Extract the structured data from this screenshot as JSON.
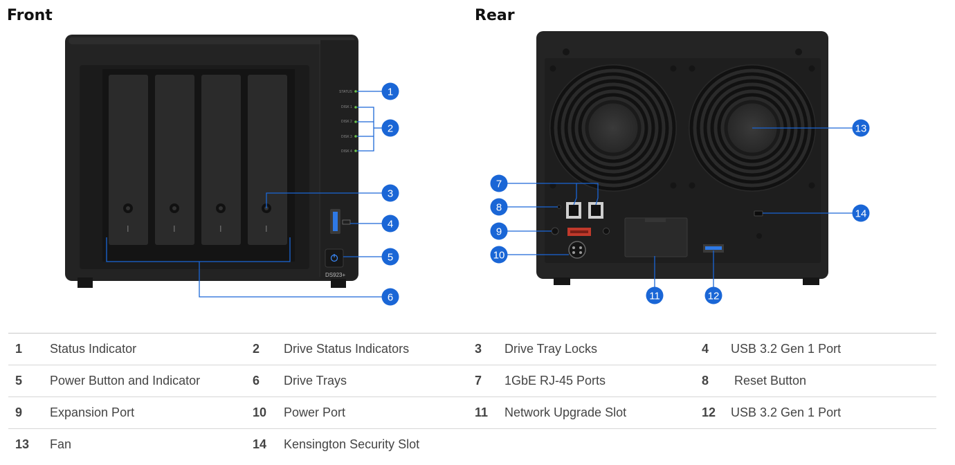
{
  "titles": {
    "front": "Front",
    "rear": "Rear"
  },
  "front": {
    "led_labels": [
      "STATUS",
      "DISK 1",
      "DISK 2",
      "DISK 3",
      "DISK 4"
    ],
    "model": "DS923+",
    "callouts": [
      "1",
      "2",
      "3",
      "4",
      "5",
      "6"
    ]
  },
  "rear": {
    "callouts": [
      "7",
      "8",
      "9",
      "10",
      "11",
      "12",
      "13",
      "14"
    ]
  },
  "colors": {
    "callout": "#1a66d6",
    "device": "#262626",
    "led": "#6cc24a",
    "power_led": "#3b8cff",
    "usb_blue": "#2e79e6"
  },
  "legend": [
    [
      {
        "num": "1",
        "label": "Status Indicator"
      },
      {
        "num": "2",
        "label": "Drive Status Indicators"
      },
      {
        "num": "3",
        "label": "Drive Tray Locks"
      },
      {
        "num": "4",
        "label": "USB 3.2 Gen 1 Port"
      }
    ],
    [
      {
        "num": "5",
        "label": "Power Button and Indicator"
      },
      {
        "num": "6",
        "label": "Drive Trays"
      },
      {
        "num": "7",
        "label": "1GbE RJ-45 Ports"
      },
      {
        "num": "8",
        "label": " Reset Button"
      }
    ],
    [
      {
        "num": "9",
        "label": "Expansion Port"
      },
      {
        "num": "10",
        "label": "Power Port"
      },
      {
        "num": "11",
        "label": "Network Upgrade Slot"
      },
      {
        "num": "12",
        "label": "USB 3.2 Gen 1 Port"
      }
    ],
    [
      {
        "num": "13",
        "label": "Fan"
      },
      {
        "num": "14",
        "label": "Kensington Security Slot"
      },
      {
        "num": "",
        "label": ""
      },
      {
        "num": "",
        "label": ""
      }
    ]
  ]
}
